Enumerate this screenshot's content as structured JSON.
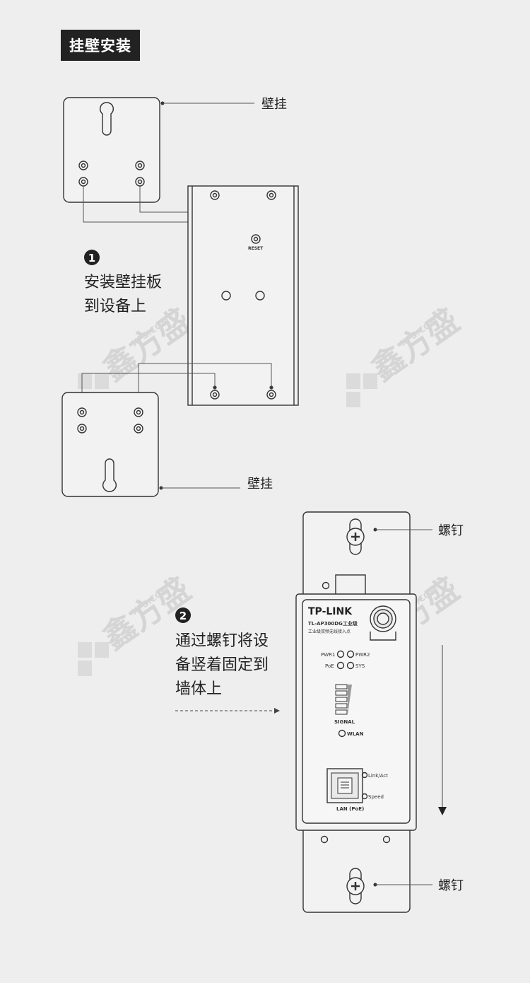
{
  "title": "挂壁安装",
  "labels": {
    "wall_mount_top": "壁挂",
    "wall_mount_bottom": "壁挂",
    "screw_top": "螺钉",
    "screw_bottom": "螺钉"
  },
  "step1": {
    "number": "1",
    "line1": "安装壁挂板",
    "line2": "到设备上"
  },
  "step2": {
    "number": "2",
    "line1": "通过螺钉将设",
    "line2": "备竖着固定到",
    "line3": "墙体上"
  },
  "device": {
    "reset_label": "RESET",
    "brand": "TP-LINK",
    "model": "TL-AP300DG工业级",
    "subtitle": "工业级双频无线接入点",
    "led_pwr1": "PWR1",
    "led_pwr2": "PWR2",
    "led_poe": "PoE",
    "led_sys": "SYS",
    "signal": "SIGNAL",
    "wlan": "WLAN",
    "link_act": "Link/Act",
    "speed": "Speed",
    "lan": "LAN (PoE)"
  },
  "watermark": {
    "cn": "鑫方盛",
    "en": "XFS.COM"
  }
}
